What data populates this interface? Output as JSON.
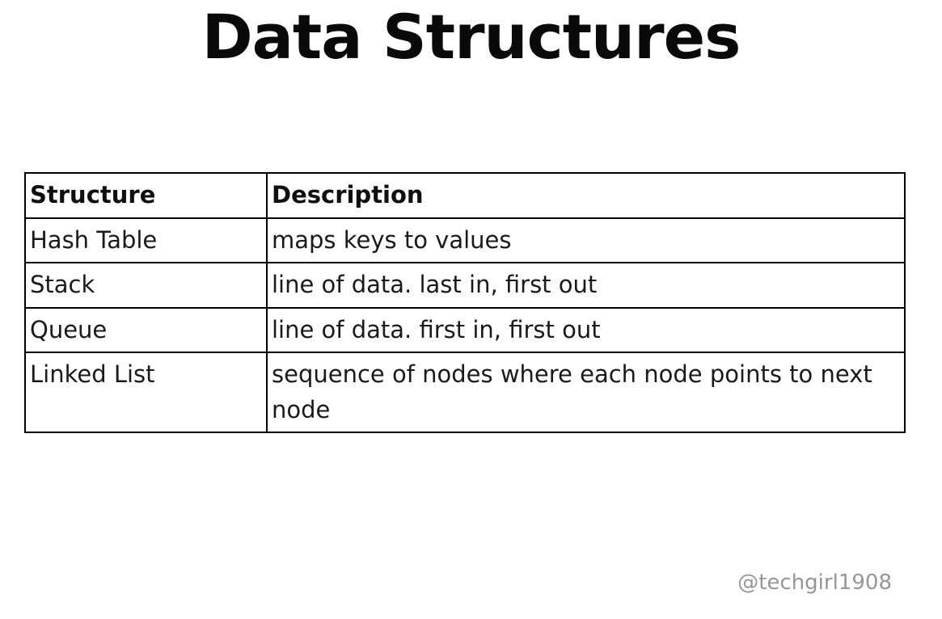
{
  "page": {
    "title": "Data Structures",
    "watermark": "@techgirl1908"
  },
  "table": {
    "headers": {
      "structure": "Structure",
      "description": "Description"
    },
    "rows": [
      {
        "structure": "Hash Table",
        "description": "maps keys to values"
      },
      {
        "structure": "Stack",
        "description": "line of data. last in, first out"
      },
      {
        "structure": "Queue",
        "description": "line of data. first in, first out"
      },
      {
        "structure": "Linked List",
        "description": "sequence of nodes where each node points to next node"
      }
    ]
  },
  "colors": {
    "background": "#ffffff",
    "text": "#1a1a1a",
    "border": "#000000",
    "watermark": "#969696"
  }
}
